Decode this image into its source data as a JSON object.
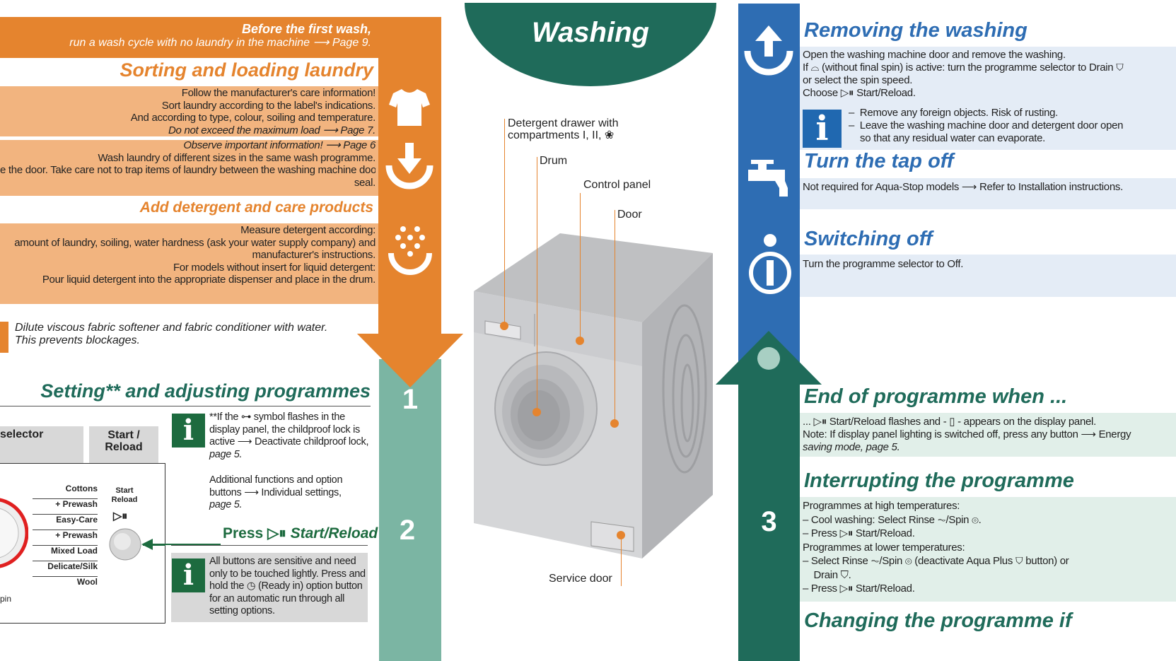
{
  "left": {
    "banner_line1": "Before the first wash,",
    "banner_line2": "run a wash cycle with no laundry in the machine ⟶ Page 9.",
    "sorting_title": "Sorting and loading laundry",
    "sorting_lines": [
      "Follow the manufacturer's care information!",
      "Sort laundry according to the label's indications.",
      "And according to type, colour, soiling and temperature.",
      "Do not exceed the maximum load ⟶ Page 7."
    ],
    "observe": "Observe important information! ⟶ Page 6",
    "observe_lines": [
      "Wash laundry of different sizes in the same wash programme.",
      "e the door. Take care not to trap items of laundry between the washing machine door and",
      "seal."
    ],
    "detergent_title": "Add detergent and care products",
    "detergent_lines": [
      "Measure detergent according:",
      "amount of laundry, soiling, water hardness (ask your water supply company) and",
      "manufacturer's instructions.",
      "For models without insert for liquid detergent:",
      "Pour liquid detergent into the appropriate dispenser and place in the drum."
    ],
    "dilute_line1": "Dilute viscous fabric softener and fabric conditioner with water.",
    "dilute_line2": "This prevents blockages.",
    "setting_title": "Setting** and adjusting programmes",
    "selector_label": "selector",
    "start_label1": "Start /",
    "start_label2": "Reload",
    "panel_items": [
      "Cottons",
      "+ Prewash",
      "Easy-Care",
      "+ Prewash",
      "Mixed Load",
      "Delicate/Silk",
      "Wool"
    ],
    "panel_start1": "Start",
    "panel_start2": "Reload",
    "panel_spin": "pin",
    "note1_lines": [
      "**If the ⊶ symbol flashes in the",
      "display panel, the childproof lock is",
      "active ⟶ Deactivate childproof lock,",
      "page 5."
    ],
    "note2_lines": [
      "Additional functions and option",
      "buttons ⟶ Individual settings,",
      "page 5."
    ],
    "press_label": "Press",
    "press_start": "Start/Reload",
    "note3_lines": [
      "All buttons are sensitive and need",
      "only to be touched lightly. Press and",
      "hold the ◷ (Ready in) option button",
      "for an automatic run through all",
      "setting options."
    ],
    "info_letter": "i"
  },
  "center": {
    "title": "Washing",
    "detergent_drawer_line1": "Detergent drawer with",
    "detergent_drawer_line2": "compartments I, II, ❀",
    "drum": "Drum",
    "control_panel": "Control panel",
    "door": "Door",
    "service_door": "Service door",
    "step1": "1",
    "step2": "2",
    "step3": "3"
  },
  "right": {
    "removing_title": "Removing the washing",
    "removing_lines": [
      "Open the washing machine door and remove the washing.",
      "If ⌓ (without final spin) is active: turn the programme selector to Drain ⛉",
      "or select the spin speed.",
      "Choose ▷⏸ Start/Reload."
    ],
    "removing_bullets": [
      "Remove any foreign objects. Risk of rusting.",
      "Leave the washing machine door and detergent door open",
      "so that any residual water can evaporate."
    ],
    "tap_title": "Turn the tap off",
    "tap_line": "Not required for Aqua-Stop models ⟶ Refer to Installation instructions.",
    "switch_title": "Switching off",
    "switch_line": "Turn the programme selector to Off.",
    "end_title": "End of programme when ...",
    "end_lines": [
      "... ▷⏸ Start/Reload flashes and - ▯ - appears on the display panel.",
      "Note: If display panel lighting is switched off, press any button ⟶ Energy",
      "saving mode, page 5."
    ],
    "interrupt_title": "Interrupting the programme",
    "interrupt_lines": [
      "Programmes at high temperatures:",
      "–  Cool washing: Select Rinse ⏦/Spin ⊚.",
      "–  Press ▷⏸ Start/Reload.",
      "Programmes at lower temperatures:",
      "–  Select Rinse ⏦/Spin ⊚ (deactivate Aqua Plus ⛉ button) or",
      "    Drain ⛉.",
      "–  Press ▷⏸ Start/Reload."
    ],
    "changing_title": "Changing the programme if"
  },
  "colors": {
    "orange": "#e5842e",
    "peach": "#f2b47f",
    "blue": "#2e6db3",
    "green": "#1f6b5a",
    "teal": "#7bb5a3"
  }
}
